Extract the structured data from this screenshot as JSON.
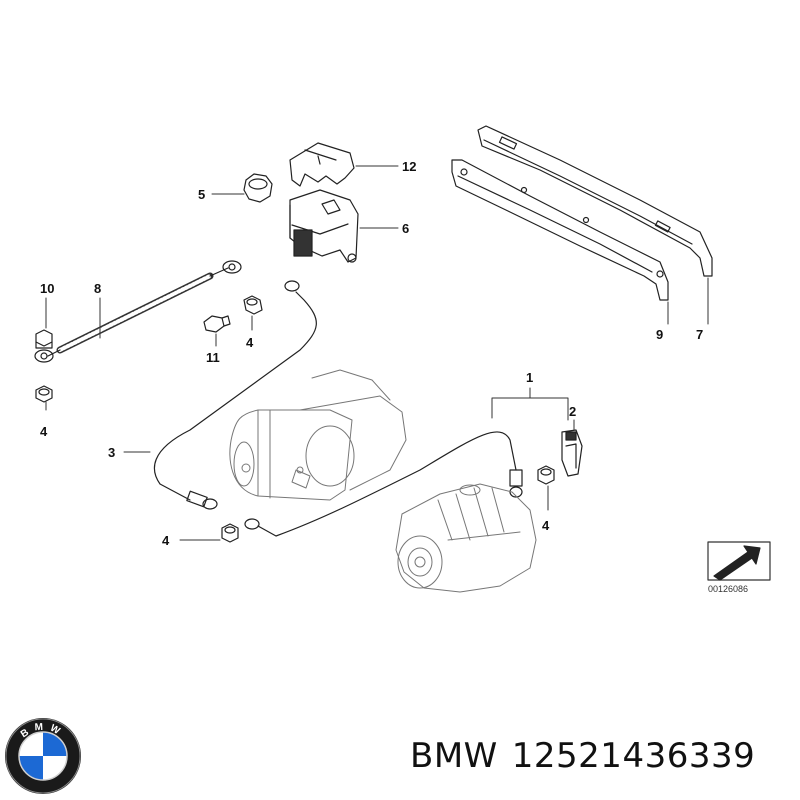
{
  "diagram": {
    "callouts": [
      "1",
      "2",
      "3",
      "4",
      "4",
      "4",
      "4",
      "5",
      "6",
      "7",
      "8",
      "9",
      "10",
      "11",
      "12"
    ],
    "reference_code": "00126086"
  },
  "brand": {
    "name": "BMW",
    "part_number": "12521436339",
    "logo_letters": "BMW"
  },
  "colors": {
    "line": "#222222",
    "background": "#ffffff",
    "logo_blue": "#1c69d4",
    "logo_ring": "#1a1a1a"
  }
}
